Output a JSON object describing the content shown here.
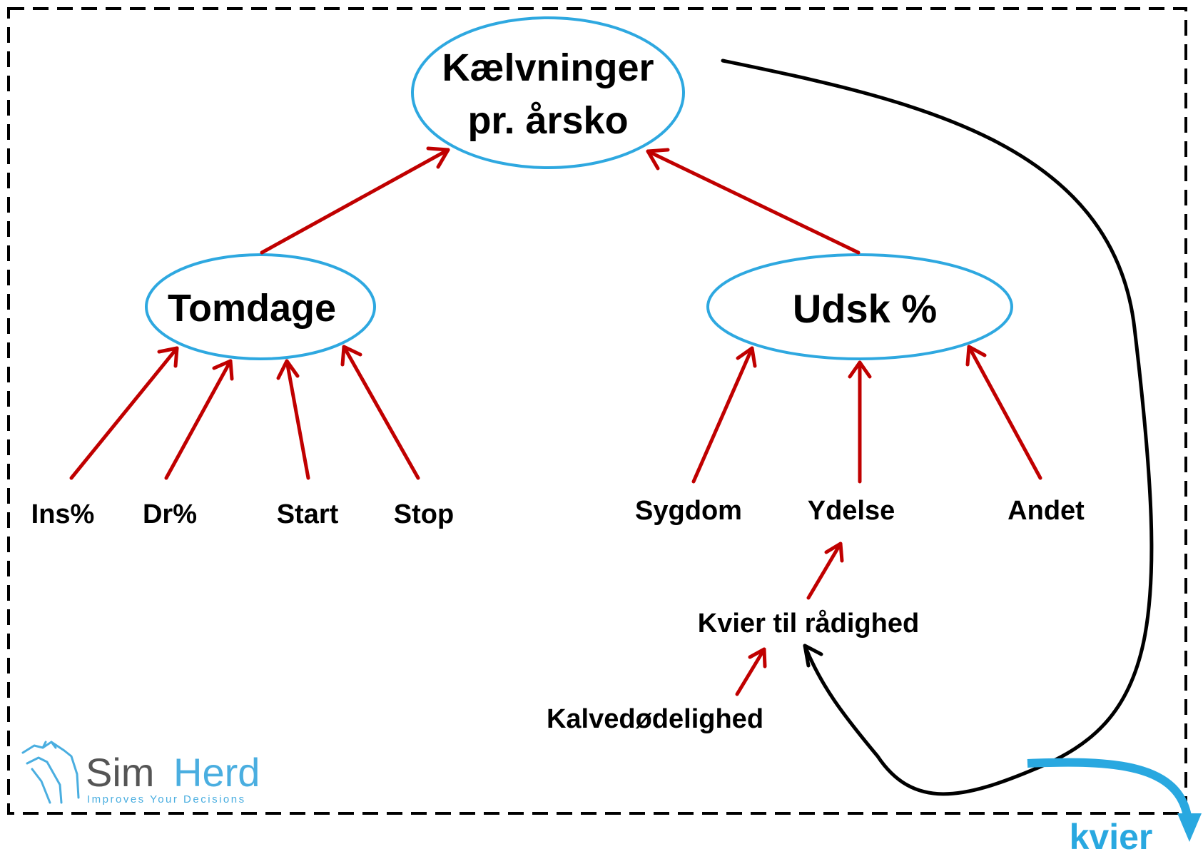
{
  "nodes": {
    "root_line1": "Kælvninger",
    "root_line2": "pr. årsko",
    "tomdage": "Tomdage",
    "udsk": "Udsk %",
    "ins": "Ins%",
    "dr": "Dr%",
    "start": "Start",
    "stop": "Stop",
    "sygdom": "Sygdom",
    "ydelse": "Ydelse",
    "andet": "Andet",
    "kvier_til_raadighed": "Kvier til rådighed",
    "kalvedoedelighed": "Kalvedødelighed",
    "kvier_out": "kvier"
  },
  "logo": {
    "name_sim": "Sim",
    "name_herd": "Herd",
    "tagline": "Improves Your Decisions"
  },
  "colors": {
    "ellipse_stroke": "#2ea8e0",
    "red_arrow": "#c00000",
    "black_arrow": "#000000",
    "output_blue": "#29a8e0",
    "logo_gray": "#555555",
    "logo_blue": "#4aaee0"
  }
}
